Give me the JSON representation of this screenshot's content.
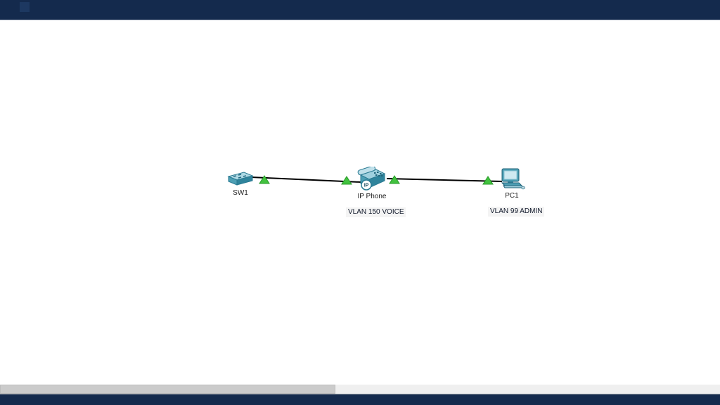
{
  "chrome": {
    "top_bar_color": "#142a4d",
    "bottom_bar_color": "#142a4d",
    "scrollbar": {
      "thumb_color": "#cbcbcb",
      "track_color": "#efefef"
    }
  },
  "topology": {
    "devices": [
      {
        "type": "switch",
        "label": "SW1"
      },
      {
        "type": "ip-phone",
        "label": "IP Phone",
        "badge": "IP"
      },
      {
        "type": "pc",
        "label": "PC1"
      }
    ],
    "links": [
      {
        "from": "SW1",
        "to": "IP Phone"
      },
      {
        "from": "IP Phone",
        "to": "PC1"
      }
    ],
    "annotations": [
      {
        "text": "VLAN 150 VOICE"
      },
      {
        "text": "VLAN 99 ADMIN"
      }
    ],
    "link_color": "#000000",
    "status_triangle_color": "#42c23f",
    "device_color": "#4d9fb4"
  }
}
